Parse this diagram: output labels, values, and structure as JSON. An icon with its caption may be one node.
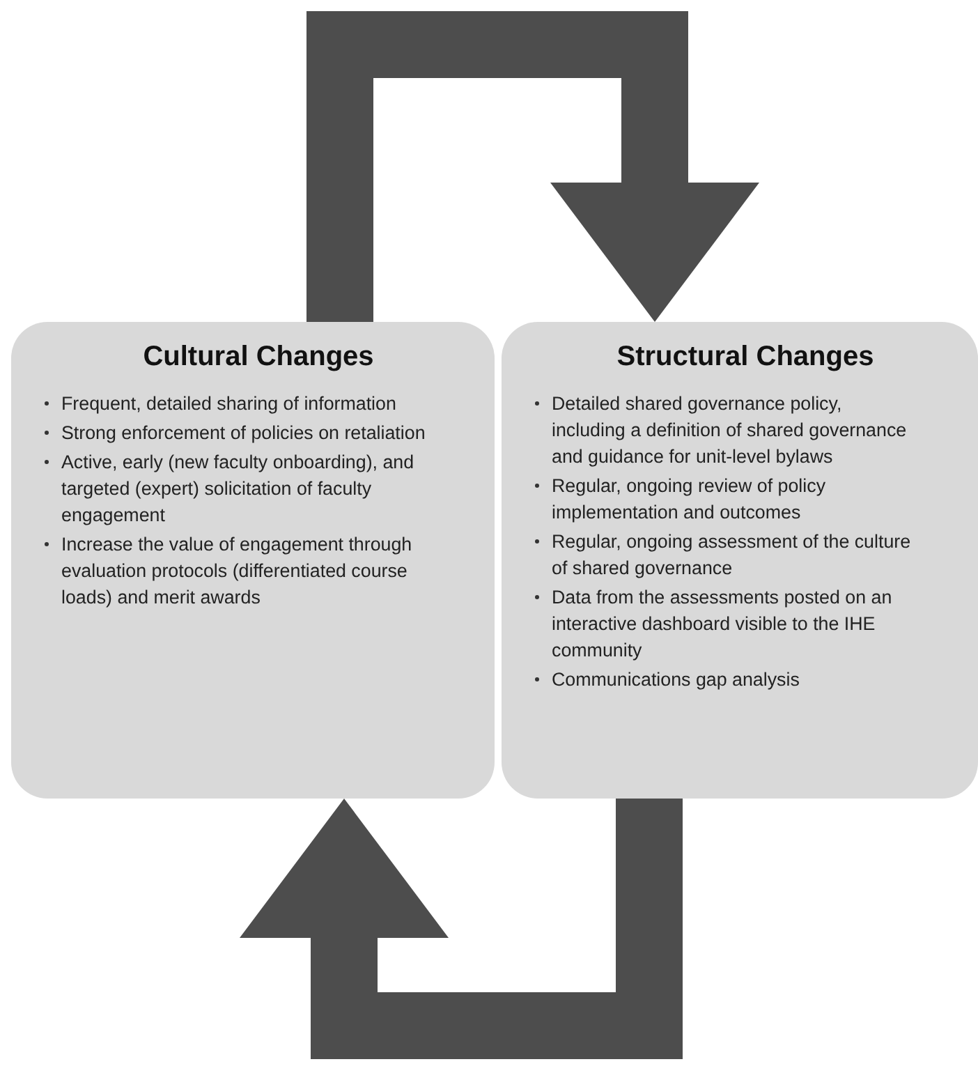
{
  "diagram": {
    "nodes": [
      {
        "text": [
          "Cultural Changes",
          "Frequent, detailed sharing of information",
          "Strong enforcement of policies on retaliation",
          "Active, early (new faculty onboarding), and targeted (expert) solicitation of faculty engagement",
          "Increase the value of engagement through evaluation protocols (differentiated course loads) and merit awards"
        ]
      },
      {
        "text": [
          "Structural Changes",
          "Detailed shared governance policy, including a definition of shared governance and guidance for unit-level bylaws",
          "Regular, ongoing review of policy implementation and outcomes",
          "Regular, ongoing assessment of the culture of shared governance",
          "Data from the assessments posted on an interactive dashboard visible to the IHE community",
          "Communications gap analysis"
        ]
      }
    ],
    "edges": [
      {
        "from": 0,
        "to": 1,
        "arrow": "to"
      },
      {
        "from": 1,
        "to": 0,
        "arrow": "to"
      }
    ]
  }
}
